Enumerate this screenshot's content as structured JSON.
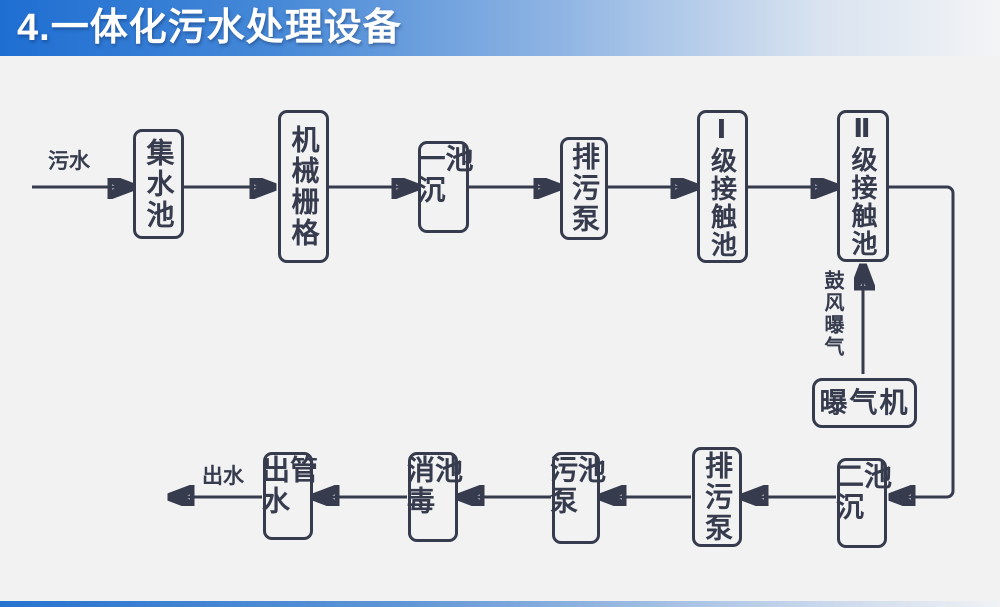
{
  "slide": {
    "title": "4.一体化污水处理设备",
    "theme": {
      "title_bar_blue": "#1e6ed2",
      "background_gray": "#f2f2f3",
      "diagram_ink": "#363c4e"
    }
  },
  "flow": {
    "input_label": "污水",
    "output_label": "出水",
    "aeration_label": "鼓风曝气",
    "nodes": {
      "collection_pool": "集水池",
      "mechanical_grid": "机械栅格",
      "primary_sedimentation_pool": "一沉池",
      "sewage_pump_top": "排污泵",
      "level1_contact_pool": "Ⅰ级接触池",
      "level2_contact_pool": "Ⅱ级接触池",
      "aerator": "曝气机",
      "secondary_sedimentation_pool": "二沉池",
      "sewage_pump_bottom": "排污泵",
      "sludge_pump_pool": "污泵池",
      "disinfection_pool": "消毒池",
      "outlet_pipe": "出水管"
    }
  }
}
